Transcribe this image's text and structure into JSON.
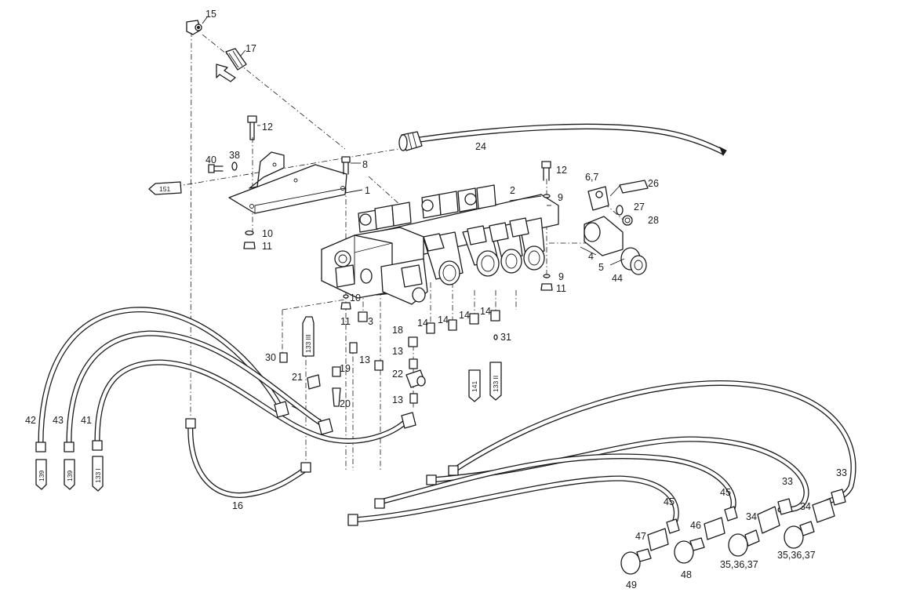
{
  "labels": {
    "p15": "15",
    "p17": "17",
    "p12a": "12",
    "p8": "8",
    "p40": "40",
    "p38": "38",
    "p1": "1",
    "p10a": "10",
    "p11a": "11",
    "p24": "24",
    "p12b": "12",
    "p9a": "9",
    "p2": "2",
    "p67": "6,7",
    "p26": "26",
    "p27": "27",
    "p28": "28",
    "p4": "4",
    "p5": "5",
    "p44": "44",
    "p9b": "9",
    "p11b": "11",
    "p10b": "10",
    "p11c": "11",
    "p3": "3",
    "p18": "18",
    "p14a": "14",
    "p14b": "14",
    "p14c": "14",
    "p14d": "14",
    "p31": "31",
    "p30": "30",
    "p13a": "13",
    "p13b": "13",
    "p13c": "13",
    "p19": "19",
    "p21": "21",
    "p22": "22",
    "p20": "20",
    "p42": "42",
    "p43": "43",
    "p41": "41",
    "p16": "16",
    "p45a": "45",
    "p45b": "45",
    "p47": "47",
    "p46": "46",
    "p49": "49",
    "p48": "48",
    "p33a": "33",
    "p33b": "33",
    "p34a": "34",
    "p34b": "34",
    "p353637a": "35,36,37",
    "p353637b": "35,36,37"
  },
  "refs": {
    "r151": "151",
    "r133iii": "133 III",
    "r141": "141",
    "r133ii": "133 II",
    "r139a": "139",
    "r139b": "139",
    "r133i": "133 I"
  }
}
